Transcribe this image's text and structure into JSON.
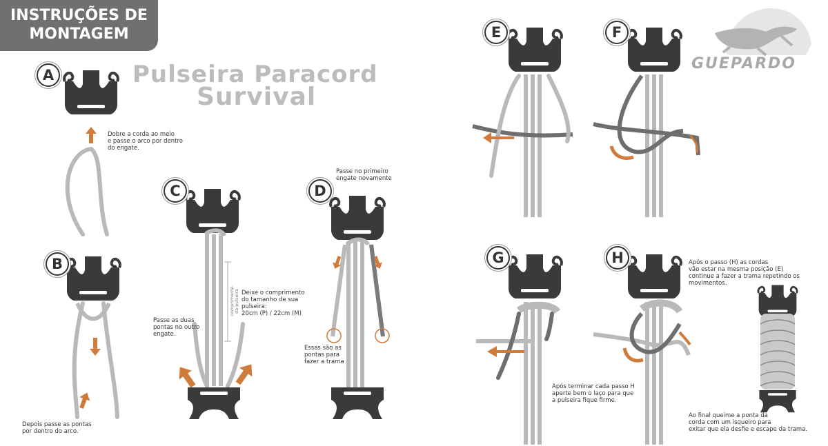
{
  "banner": {
    "line1": "INSTRUÇÕES DE",
    "line2": "MONTAGEM"
  },
  "title": {
    "line1": "Pulseira Paracord",
    "line2": "Survival"
  },
  "logo": {
    "text": "GUEPARDO"
  },
  "steps": {
    "a": {
      "letter": "A",
      "note": [
        "Dobre a corda ao meio",
        "e passe o arco por dentro",
        "do engate."
      ]
    },
    "b": {
      "letter": "B",
      "note": [
        "Depois passe as pontas",
        "por dentro do arco."
      ]
    },
    "c": {
      "letter": "C",
      "note_left": [
        "Passe as duas",
        "pontas no outro",
        "engate."
      ],
      "note_right": [
        "Deixe o comprimento",
        "do tamanho de sua",
        "pulseira:",
        "20cm (P) / 22cm (M)"
      ],
      "vertical": [
        "comprimento",
        "da pulseira"
      ]
    },
    "d": {
      "letter": "D",
      "note_top": [
        "Passe no primeiro",
        "engate novamente"
      ],
      "note_bottom": [
        "Essas são as",
        "pontas para",
        "fazer a trama"
      ]
    },
    "e": {
      "letter": "E"
    },
    "f": {
      "letter": "F"
    },
    "g": {
      "letter": "G",
      "note": [
        "Após terminar cada passo H",
        "aperte bem o laço para que",
        "a pulseira fique firme."
      ]
    },
    "h": {
      "letter": "H",
      "note_top": [
        "Após o passo (H) as cordas",
        "vão estar na mesma posição (E)",
        "continue a fazer a trama repetindo os",
        "movimentos."
      ],
      "note_bottom": [
        "Ao final queime a ponta da",
        "corda com um isqueiro para",
        "exitar que ela desfie e escape da trama."
      ]
    }
  },
  "icons": {
    "buckle": "buckle-icon",
    "arrow": "arrow-icon",
    "cheetah": "cheetah-icon"
  },
  "colors": {
    "banner": "#707070",
    "buckle": "#3a3a3a",
    "cord": "#b9b9b9",
    "cord_dark": "#6e6e6e",
    "arrow": "#d07b3c",
    "title": "#bcbcbc"
  }
}
